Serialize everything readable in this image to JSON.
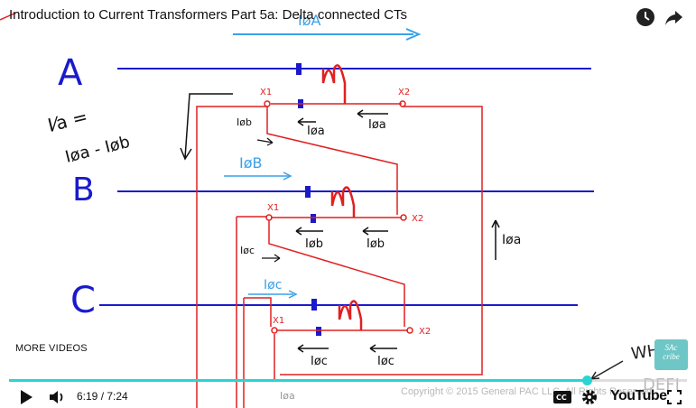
{
  "video": {
    "title": "Introduction to Current Transformers Part 5a: Delta connected CTs",
    "more_videos_label": "MORE VIDEOS",
    "time": "6:19 / 7:24",
    "progress": 0.852,
    "copyright": "Copyright © 2015 General PAC LLC. All Rights Reserved.",
    "brand": "YouTube",
    "subscribe_badge": "SAc\ncribe"
  },
  "whiteboard": {
    "phase_labels": [
      "A",
      "B",
      "C"
    ],
    "equation_line1": "I⁄a =",
    "equation_line2": "Iøa - Iøb",
    "terminal_x1": "X1",
    "terminal_x2": "X2",
    "current_labels": {
      "a_primary": "Iøa",
      "a_secondary": "Iøa",
      "b_primary": "Iøb",
      "b_secondary": "Iøb",
      "c_primary": "Iøc",
      "c_secondary": "Iøc",
      "b_blue": "IøB",
      "c_blue": "Iøc",
      "ob_small": "Iøb",
      "oc_small": "Iøc",
      "right_side": "Iøa",
      "top_blue": "IøA",
      "bottom_partial": "Iøa"
    },
    "note_text": "WHAT",
    "note_text2": "DEFI"
  },
  "colors": {
    "accent": "#2ad4d4",
    "busbar": "#1a1acc",
    "ct_red": "#e02020",
    "ink_blue": "#1f6fe0",
    "text_dark": "#111111"
  }
}
